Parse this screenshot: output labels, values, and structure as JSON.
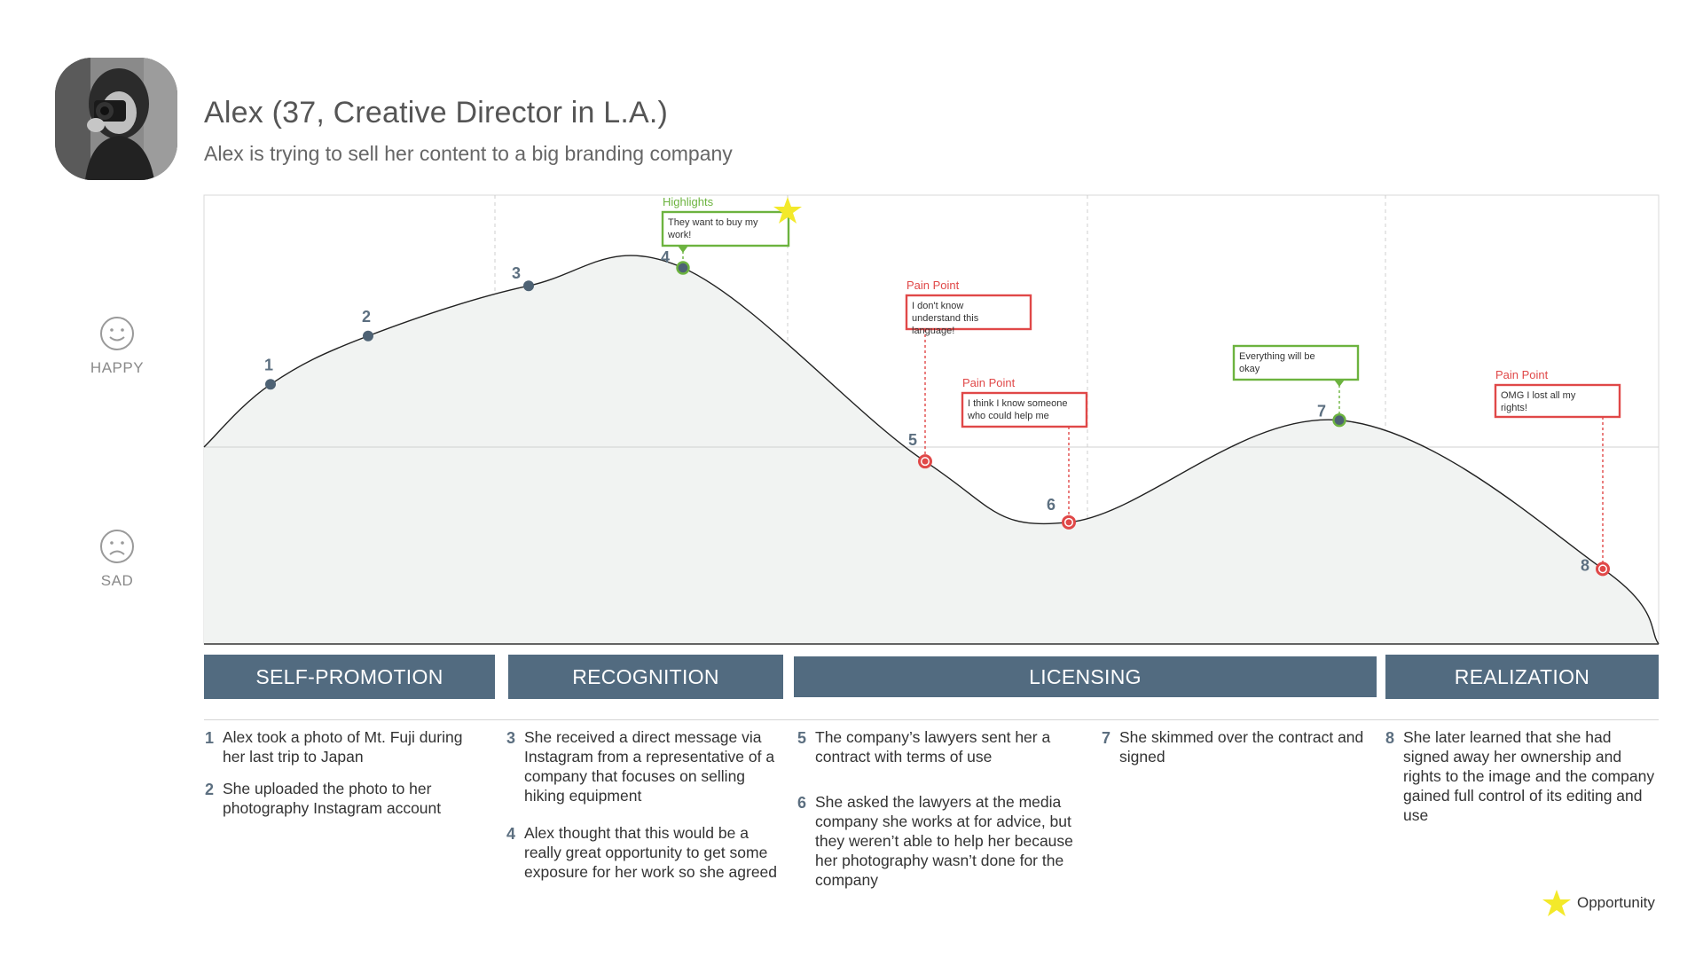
{
  "persona": {
    "title": "Alex (37, Creative Director in L.A.)",
    "subtitle": "Alex is trying to sell her content to a big branding company",
    "avatar_icon": "person-with-camera-photo"
  },
  "moods": {
    "happy": "HAPPY",
    "sad": "SAD"
  },
  "colors": {
    "phase_bar": "#526b80",
    "point_default": "#4e6274",
    "highlight": "#6cb33f",
    "pain": "#e04848",
    "star": "#f3e92a"
  },
  "chart_data": {
    "type": "area",
    "x": [
      1,
      2,
      3,
      4,
      5,
      6,
      7,
      8
    ],
    "values": [
      0.35,
      0.62,
      0.9,
      1.0,
      -0.08,
      -0.42,
      0.15,
      -0.68
    ],
    "ylabel": "",
    "annotations": [
      {
        "point": 4,
        "kind": "highlight",
        "tag": "Highlights",
        "text": "They want to buy my work!",
        "opportunity": true
      },
      {
        "point": 5,
        "kind": "pain",
        "tag": "Pain Point",
        "text": "I don't know understand this language!"
      },
      {
        "point": 6,
        "kind": "pain",
        "tag": "Pain Point",
        "text": "I think I know someone who could help me"
      },
      {
        "point": 7,
        "kind": "highlight",
        "tag": "",
        "text": "Everything will be okay"
      },
      {
        "point": 8,
        "kind": "pain",
        "tag": "Pain Point",
        "text": "OMG I lost all my rights!"
      }
    ]
  },
  "phases": [
    {
      "label": "SELF-PROMOTION"
    },
    {
      "label": "RECOGNITION"
    },
    {
      "label": "LICENSING"
    },
    {
      "label": "REALIZATION"
    }
  ],
  "steps": [
    {
      "num": "1",
      "text": "Alex took a photo of Mt. Fuji during her last trip to Japan"
    },
    {
      "num": "2",
      "text": "She uploaded the photo to her photography Instagram account"
    },
    {
      "num": "3",
      "text": "She received a direct message via Instagram from a representative of a company that focuses on selling hiking equipment"
    },
    {
      "num": "4",
      "text": "Alex thought that this would be a really great opportunity to get some exposure for her work so she agreed"
    },
    {
      "num": "5",
      "text": "The company’s lawyers sent her a contract with terms of use"
    },
    {
      "num": "6",
      "text": "She asked the lawyers at the media company she works at for advice, but they weren’t able to help her because her photography wasn’t done for the company"
    },
    {
      "num": "7",
      "text": "She skimmed over the contract and signed"
    },
    {
      "num": "8",
      "text": "She later learned that she had signed away her ownership and rights to the image and the company gained full control of its editing and use"
    }
  ],
  "legend": {
    "label": "Opportunity",
    "icon": "star-icon"
  }
}
